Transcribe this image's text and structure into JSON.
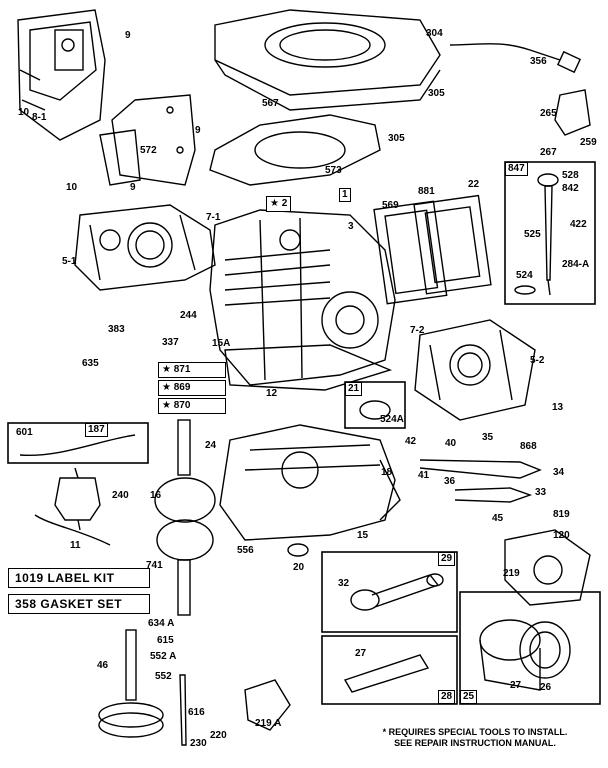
{
  "kits": {
    "label_kit": "1019  LABEL KIT",
    "gasket_set": "358  GASKET SET"
  },
  "note": {
    "line1": "* REQUIRES SPECIAL TOOLS TO INSTALL.",
    "line2": "SEE REPAIR INSTRUCTION MANUAL."
  },
  "star_boxes": {
    "b871": "★ 871",
    "b869": "★ 869",
    "b870": "★ 870",
    "b2": "★ 2"
  },
  "group_tags": {
    "t1": "1",
    "t847": "847",
    "t187": "187",
    "t21": "21",
    "t29": "29",
    "t28": "28",
    "t25": "25"
  },
  "parts": {
    "p9a": "9",
    "p8_1": "8-1",
    "p10a": "10",
    "p572": "572",
    "p9b": "9",
    "p9c": "9",
    "p10b": "10",
    "p304": "304",
    "p356": "356",
    "p305a": "305",
    "p567": "567",
    "p305b": "305",
    "p573": "573",
    "p265": "265",
    "p259": "259",
    "p267": "267",
    "p528": "528",
    "p842": "842",
    "p422": "422",
    "p525": "525",
    "p284a": "284-A",
    "p524": "524",
    "p22": "22",
    "p881": "881",
    "p569": "569",
    "p3": "3",
    "p7_1": "7-1",
    "p5_1": "5-1",
    "p383": "383",
    "p337": "337",
    "p244": "244",
    "p15a": "15A",
    "p635": "635",
    "p12": "12",
    "p7_2": "7-2",
    "p5_2": "5-2",
    "p13": "13",
    "p524a": "524A",
    "p601": "601",
    "p42": "42",
    "p40": "40",
    "p35": "35",
    "p868": "868",
    "p41": "41",
    "p36": "36",
    "p34": "34",
    "p33": "33",
    "p45": "45",
    "p819": "819",
    "p120": "120",
    "p219": "219",
    "p24": "24",
    "p16": "16",
    "p18": "18",
    "p240": "240",
    "p11": "11",
    "p15b": "15",
    "p556": "556",
    "p20": "20",
    "p741": "741",
    "p32": "32",
    "p634a": "634 A",
    "p615": "615",
    "p552a": "552 A",
    "p552": "552",
    "p46": "46",
    "p616": "616",
    "p220": "220",
    "p230": "230",
    "p219a": "219 A",
    "p27a": "27",
    "p27b": "27",
    "p26": "26"
  }
}
